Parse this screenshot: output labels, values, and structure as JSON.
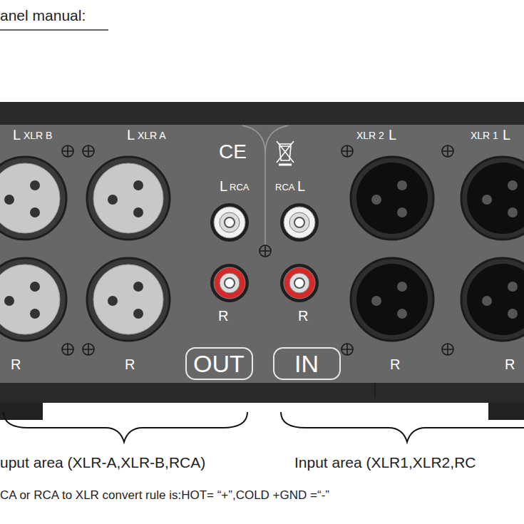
{
  "diagram": {
    "title": "anel manual:",
    "nodes": [
      {
        "text": [
          "OUT"
        ]
      },
      {
        "text": [
          "IN"
        ]
      }
    ],
    "labels": [
      "L",
      "XLR B",
      "L",
      "XLR A",
      "CE",
      "L",
      "RCA",
      "RCA",
      "L",
      "XLR 2",
      "L",
      "XLR 1",
      "L",
      "R",
      "R",
      "R",
      "R",
      "R",
      "R",
      "uput area (XLR-A,XLR-B,RCA)",
      "Input area (XLR1,XLR2,RC",
      "CA or RCA to XLR convert rule is:HOT= “+”,COLD +GND =“-”"
    ]
  }
}
